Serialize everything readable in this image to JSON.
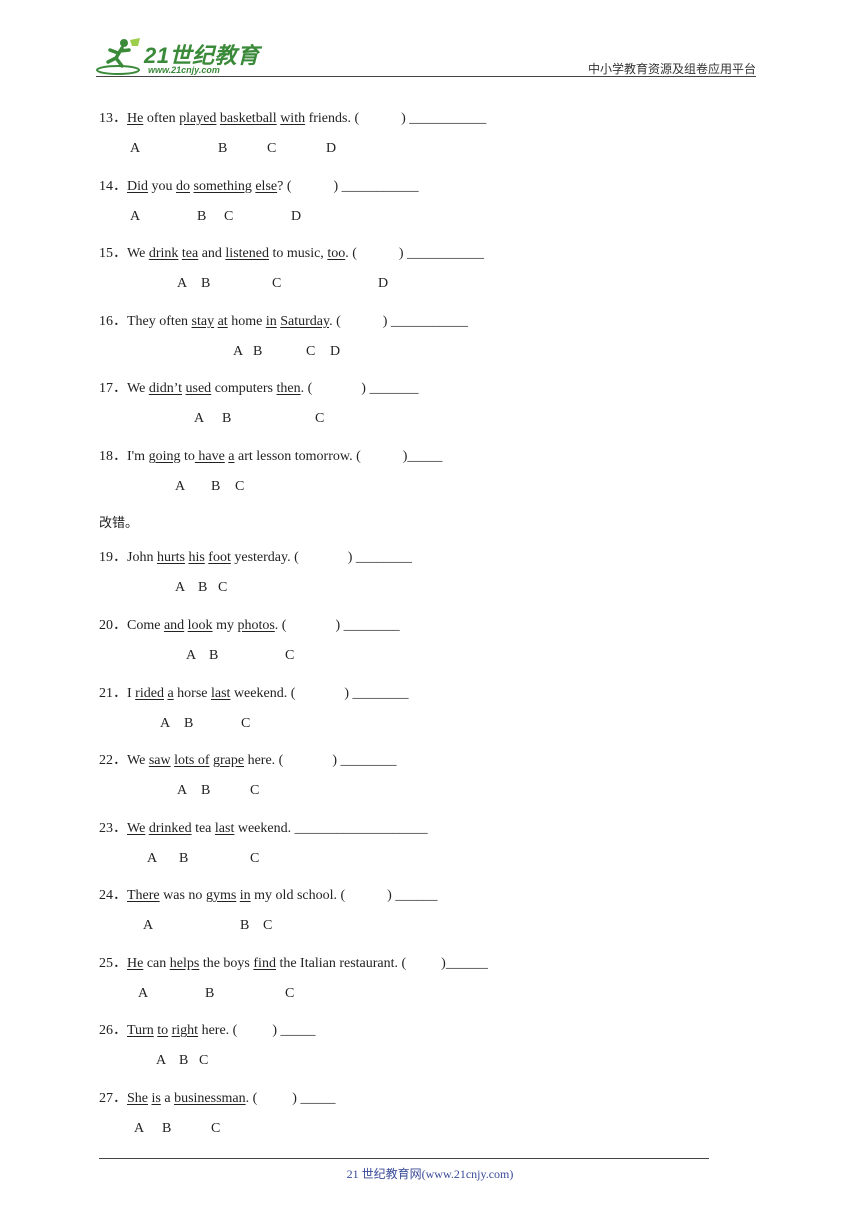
{
  "header": {
    "logo_text": "21世纪教育",
    "logo_url": "www.21cnjy.com",
    "platform": "中小学教育资源及组卷应用平台"
  },
  "section_title": "改错。",
  "questions": [
    {
      "num": "13．",
      "parts": [
        {
          "t": "He",
          "u": true
        },
        {
          "t": " often "
        },
        {
          "t": "played",
          "u": true
        },
        {
          "t": " "
        },
        {
          "t": "basketball",
          "u": true
        },
        {
          "t": " "
        },
        {
          "t": "with",
          "u": true
        },
        {
          "t": " friends. (            ) ___________"
        }
      ],
      "options": [
        "A",
        "B",
        "C",
        "D"
      ]
    },
    {
      "num": "14．",
      "parts": [
        {
          "t": "Did",
          "u": true
        },
        {
          "t": " you "
        },
        {
          "t": "do",
          "u": true
        },
        {
          "t": " "
        },
        {
          "t": "something",
          "u": true
        },
        {
          "t": " "
        },
        {
          "t": "else",
          "u": true
        },
        {
          "t": "? (            ) ___________"
        }
      ],
      "options": [
        "A",
        "B",
        "C",
        "D"
      ]
    },
    {
      "num": "15．",
      "parts": [
        {
          "t": "We "
        },
        {
          "t": "drink",
          "u": true
        },
        {
          "t": " "
        },
        {
          "t": "tea",
          "u": true
        },
        {
          "t": " and "
        },
        {
          "t": "listened",
          "u": true
        },
        {
          "t": " to music, "
        },
        {
          "t": "too",
          "u": true
        },
        {
          "t": ". (            ) ___________"
        }
      ],
      "options": [
        "A",
        "B",
        "C",
        "D"
      ]
    },
    {
      "num": "16．",
      "parts": [
        {
          "t": "They often "
        },
        {
          "t": "stay",
          "u": true
        },
        {
          "t": " "
        },
        {
          "t": "at",
          "u": true
        },
        {
          "t": " home "
        },
        {
          "t": "in",
          "u": true
        },
        {
          "t": " "
        },
        {
          "t": "Saturday",
          "u": true
        },
        {
          "t": ". (            ) ___________"
        }
      ],
      "options": [
        "A",
        "B",
        "C",
        "D"
      ]
    },
    {
      "num": "17．",
      "parts": [
        {
          "t": "We "
        },
        {
          "t": "didn’t",
          "u": true
        },
        {
          "t": " "
        },
        {
          "t": "used",
          "u": true
        },
        {
          "t": " computers "
        },
        {
          "t": "then",
          "u": true
        },
        {
          "t": ". (              ) _______"
        }
      ],
      "options": [
        "A",
        "B",
        "C"
      ]
    },
    {
      "num": "18．",
      "parts": [
        {
          "t": "I'm "
        },
        {
          "t": "going",
          "u": true
        },
        {
          "t": " to"
        },
        {
          "t": " have",
          "u": true
        },
        {
          "t": " "
        },
        {
          "t": "a",
          "u": true
        },
        {
          "t": " art lesson tomorrow. (            )_____"
        }
      ],
      "options": [
        "A",
        "B",
        "C"
      ]
    },
    {
      "num": "19．",
      "parts": [
        {
          "t": "John "
        },
        {
          "t": "hurts",
          "u": true
        },
        {
          "t": " "
        },
        {
          "t": "his",
          "u": true
        },
        {
          "t": " "
        },
        {
          "t": "foot",
          "u": true
        },
        {
          "t": " yesterday. (              ) ________"
        }
      ],
      "options": [
        "A",
        "B",
        "C"
      ]
    },
    {
      "num": "20．",
      "parts": [
        {
          "t": "Come "
        },
        {
          "t": "and",
          "u": true
        },
        {
          "t": " "
        },
        {
          "t": "look",
          "u": true
        },
        {
          "t": " my "
        },
        {
          "t": "photos",
          "u": true
        },
        {
          "t": ". (              ) ________"
        }
      ],
      "options": [
        "A",
        "B",
        "C"
      ]
    },
    {
      "num": "21．",
      "parts": [
        {
          "t": "I "
        },
        {
          "t": "ride​d",
          "u": true
        },
        {
          "t": " "
        },
        {
          "t": "a",
          "u": true
        },
        {
          "t": " horse "
        },
        {
          "t": "last",
          "u": true
        },
        {
          "t": " weekend. (              ) ________"
        }
      ],
      "options": [
        "A",
        "B",
        "C"
      ]
    },
    {
      "num": "22．",
      "parts": [
        {
          "t": "We "
        },
        {
          "t": "saw",
          "u": true
        },
        {
          "t": " "
        },
        {
          "t": "lots of",
          "u": true
        },
        {
          "t": " "
        },
        {
          "t": "grape",
          "u": true
        },
        {
          "t": " here. (              ) ________"
        }
      ],
      "options": [
        "A",
        "B",
        "C"
      ]
    },
    {
      "num": "23．",
      "parts": [
        {
          "t": "We",
          "u": true
        },
        {
          "t": " "
        },
        {
          "t": "drinked",
          "u": true
        },
        {
          "t": " tea "
        },
        {
          "t": "last",
          "u": true
        },
        {
          "t": " weekend. ___________________"
        }
      ],
      "options": [
        "A",
        "B",
        "C"
      ]
    },
    {
      "num": "24．",
      "parts": [
        {
          "t": "There",
          "u": true
        },
        {
          "t": " was no "
        },
        {
          "t": "gyms",
          "u": true
        },
        {
          "t": " "
        },
        {
          "t": "in",
          "u": true
        },
        {
          "t": " my old school. (            ) ______"
        }
      ],
      "options": [
        "A",
        "B",
        "C"
      ]
    },
    {
      "num": "25．",
      "parts": [
        {
          "t": "He",
          "u": true
        },
        {
          "t": " can "
        },
        {
          "t": "helps",
          "u": true
        },
        {
          "t": " the boys "
        },
        {
          "t": "find",
          "u": true
        },
        {
          "t": " the Italian restaurant. (          )______"
        }
      ],
      "options": [
        "A",
        "B",
        "C"
      ]
    },
    {
      "num": "26．",
      "parts": [
        {
          "t": "Turn",
          "u": true
        },
        {
          "t": " "
        },
        {
          "t": "to",
          "u": true
        },
        {
          "t": " "
        },
        {
          "t": "right",
          "u": true
        },
        {
          "t": " here. (          ) _____"
        }
      ],
      "options": [
        "A",
        "B",
        "C"
      ]
    },
    {
      "num": "27．",
      "parts": [
        {
          "t": "She",
          "u": true
        },
        {
          "t": " "
        },
        {
          "t": "is",
          "u": true
        },
        {
          "t": " a "
        },
        {
          "t": "businessman",
          "u": true
        },
        {
          "t": ". (          ) _____"
        }
      ],
      "options": [
        "A",
        "B",
        "C"
      ]
    }
  ],
  "footer": {
    "text": "21 世纪教育网(www.21cnjy.com)"
  }
}
